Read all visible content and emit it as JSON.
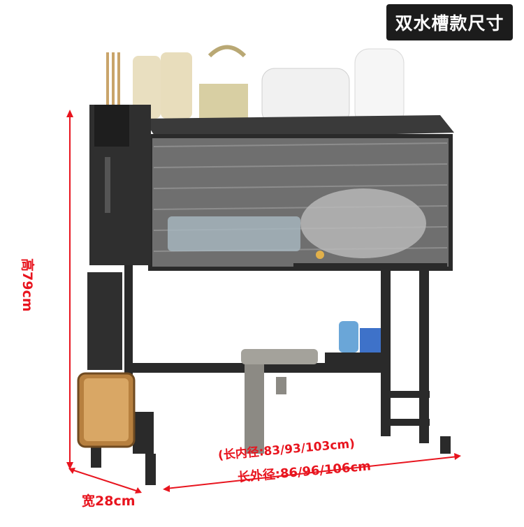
{
  "header": {
    "title": "双水槽款尺寸"
  },
  "dimensions": {
    "height_label": "高79cm",
    "width_label": "宽28cm",
    "inner_length_label": "(长内径:83/93/103cm)",
    "outer_length_label": "长外径:86/96/106cm"
  },
  "colors": {
    "accent": "#e8141e",
    "rack": "#2a2a2a",
    "badge": "#1c1c1c"
  }
}
